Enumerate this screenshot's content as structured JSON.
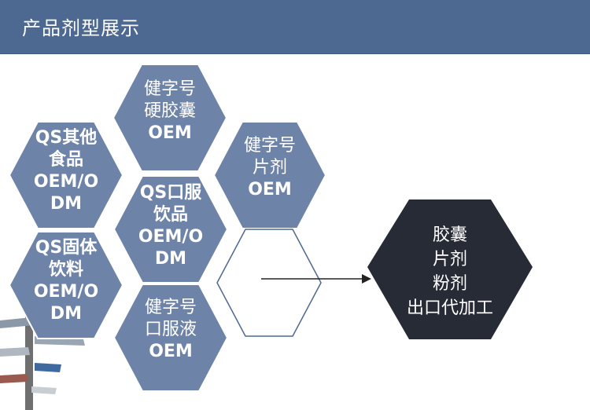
{
  "header": {
    "title": "产品剂型展示"
  },
  "hexagons": [
    {
      "id": "hard-capsule",
      "lines": [
        "健字号",
        "硬胶囊",
        "OEM"
      ],
      "bold": [
        2
      ]
    },
    {
      "id": "other-food",
      "lines": [
        "QS其他",
        "食品",
        "OEM/O",
        "DM"
      ],
      "bold": [
        0,
        1,
        2,
        3
      ]
    },
    {
      "id": "tablet",
      "lines": [
        "健字号",
        "片剂",
        "OEM"
      ],
      "bold": [
        2
      ]
    },
    {
      "id": "oral-drink",
      "lines": [
        "QS口服",
        "饮品",
        "OEM/O",
        "DM"
      ],
      "bold": [
        0,
        1,
        2,
        3
      ]
    },
    {
      "id": "solid-drink",
      "lines": [
        "QS固体",
        "饮料",
        "OEM/O",
        "DM"
      ],
      "bold": [
        0,
        1,
        2,
        3
      ]
    },
    {
      "id": "oral-liquid",
      "lines": [
        "健字号",
        "口服液",
        "OEM"
      ],
      "bold": [
        2
      ]
    }
  ],
  "export_box": {
    "lines": [
      "胶囊",
      "片剂",
      "粉剂",
      "出口代加工"
    ]
  },
  "colors": {
    "header": "#4d6891",
    "hex_fill": "#6d83a8",
    "dark_fill": "#262b36",
    "outline": "#4d6891"
  }
}
